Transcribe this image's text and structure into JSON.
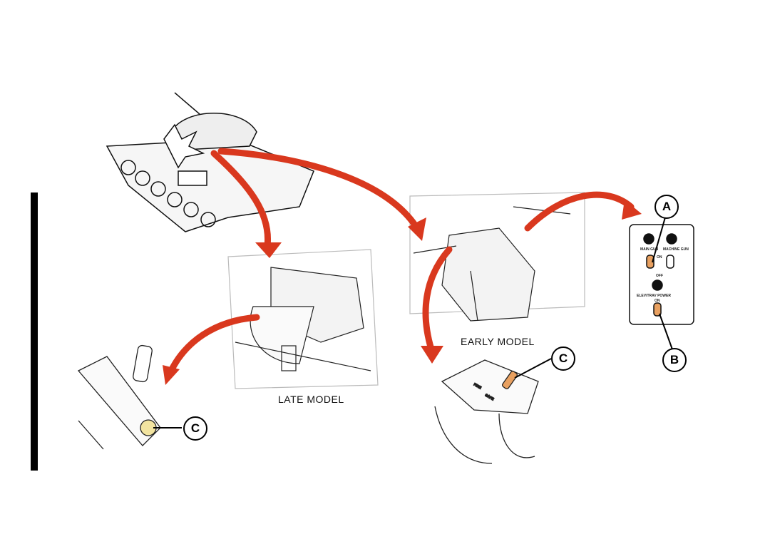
{
  "captions": {
    "late_model": "LATE MODEL",
    "early_model": "EARLY MODEL"
  },
  "callouts": {
    "a": "A",
    "b": "B",
    "c_late": "C",
    "c_early": "C"
  },
  "panel_labels": {
    "main_gun": "MAIN GUN",
    "machine_gun": "MACHINE GUN",
    "on": "ON",
    "off": "OFF",
    "power": "ELEV/TRAV POWER",
    "power_on": "ON"
  },
  "fire_safe_labels": {
    "fire": "FIRE",
    "safe": "SAFE"
  },
  "colors": {
    "arrow": "#d9381e",
    "switch": "#e8a060",
    "knob": "#f2e4a0"
  }
}
